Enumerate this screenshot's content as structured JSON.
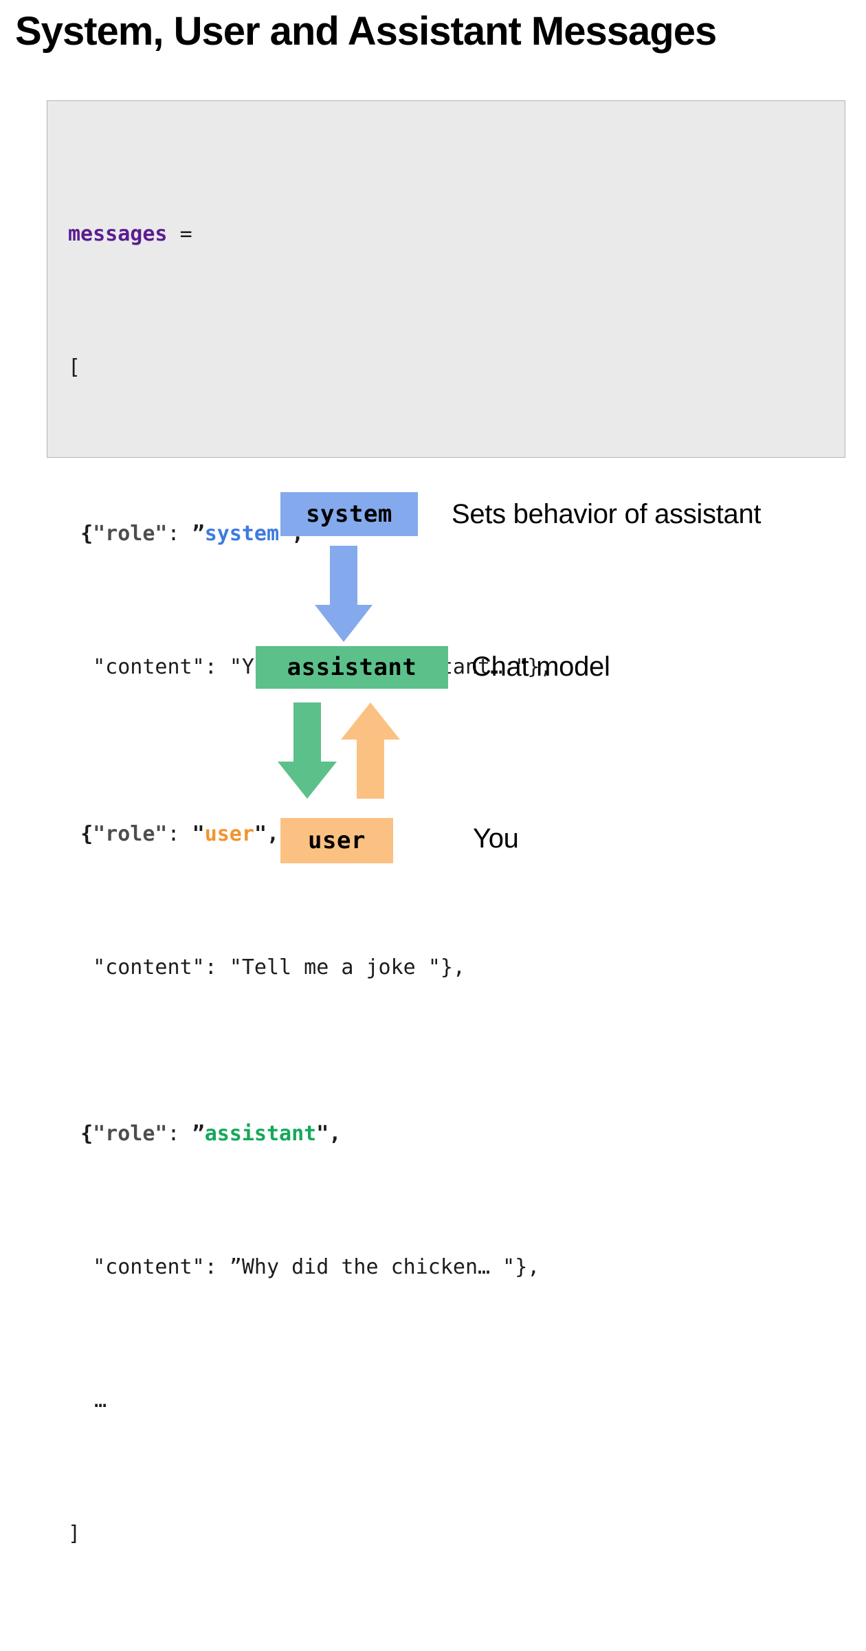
{
  "title": "System, User and Assistant Messages",
  "code_block": {
    "variable_name": "messages",
    "assign_operator": "=",
    "open_bracket": "[",
    "close_bracket": "]",
    "ellipsis": "…",
    "key_role": "\"role\"",
    "key_content": "\"content\"",
    "colon_space": ": ",
    "open_brace": "{",
    "close_brace_comma": "\"},",
    "quote_open_curly": "”",
    "quote_straight": "\"",
    "comma": ",",
    "entries": [
      {
        "role_value": "system",
        "role_color": "#3d7be0",
        "content_value": "You are an assistant… "
      },
      {
        "role_value": "user",
        "role_color": "#f0962e",
        "content_value": "Tell me a joke "
      },
      {
        "role_value": "assistant",
        "role_color": "#15a85a",
        "content_value": "Why did the chicken… "
      }
    ]
  },
  "diagram": {
    "nodes": [
      {
        "id": "system",
        "label": "system",
        "color": "#84a9ec",
        "description": "Sets behavior of assistant"
      },
      {
        "id": "assistant",
        "label": "assistant",
        "color": "#5cc08a",
        "description": "Chat model"
      },
      {
        "id": "user",
        "label": "user",
        "color": "#fbc182",
        "description": "You"
      }
    ],
    "arrows": [
      {
        "id": "system-to-assistant",
        "direction": "down",
        "color": "#84a9ec"
      },
      {
        "id": "assistant-to-user",
        "direction": "down",
        "color": "#5cc08a"
      },
      {
        "id": "user-to-assistant",
        "direction": "up",
        "color": "#fbc182"
      }
    ]
  },
  "colors": {
    "background": "#ffffff",
    "code_background": "#eaeaea",
    "code_border": "#b3b3b3",
    "variable_purple": "#5b1d8f",
    "key_gray": "#4d4d4d",
    "text_black": "#000000"
  }
}
